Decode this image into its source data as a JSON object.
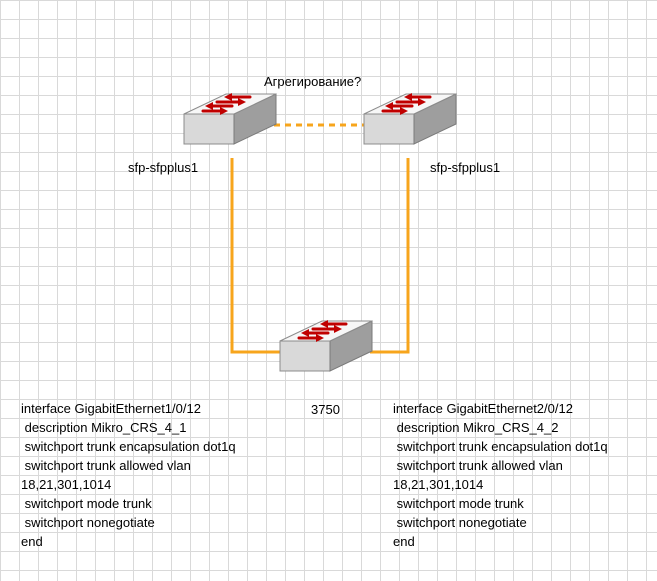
{
  "link_label": "Агрегирование?",
  "switches": {
    "left": {
      "port_label": "sfp-sfpplus1",
      "icon": "network-switch-icon"
    },
    "right": {
      "port_label": "sfp-sfpplus1",
      "icon": "network-switch-icon"
    },
    "bottom": {
      "label": "3750",
      "icon": "network-switch-icon"
    }
  },
  "config_left": [
    "interface GigabitEthernet1/0/12",
    " description Mikro_CRS_4_1",
    " switchport trunk encapsulation dot1q",
    " switchport trunk allowed vlan",
    "18,21,301,1014",
    " switchport mode trunk",
    " switchport nonegotiate",
    "end"
  ],
  "config_right": [
    "interface GigabitEthernet2/0/12",
    " description Mikro_CRS_4_2",
    " switchport trunk encapsulation dot1q",
    " switchport trunk allowed vlan",
    "18,21,301,1014",
    " switchport mode trunk",
    " switchport nonegotiate",
    "end"
  ],
  "colors": {
    "link": "#f7a51c",
    "switch_top": "#fafafa",
    "switch_front": "#d9d9d9",
    "switch_side": "#9e9e9e",
    "arrow": "#c00000"
  }
}
